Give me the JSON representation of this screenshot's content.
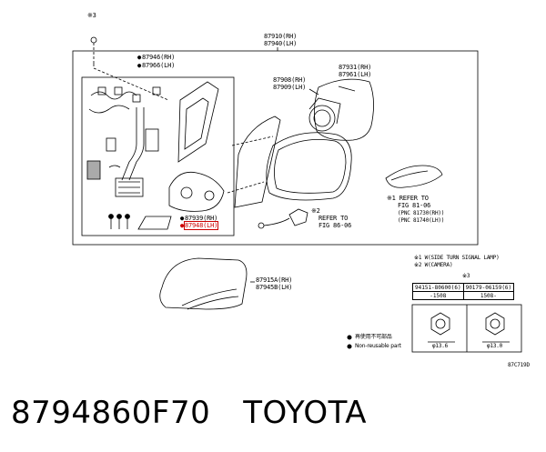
{
  "header": {
    "note3_top": "※3",
    "assembly_rh": "87910(RH)",
    "assembly_lh": "87940(LH)"
  },
  "parts": {
    "p87946": "87946(RH)",
    "p87966": "87966(LH)",
    "p87908": "87908(RH)",
    "p87909": "87909(LH)",
    "p87931": "87931(RH)",
    "p87961": "87961(LH)",
    "p87939": "87939(RH)",
    "p87948": "87948(LH)",
    "p87915": "87915A(RH)",
    "p87945": "87945B(LH)"
  },
  "refs": {
    "ref1_title": "※1 REFER TO",
    "ref1_fig": "FIG 81-06",
    "ref1_pnc_rh": "(PNC 81730(RH))",
    "ref1_pnc_lh": "(PNC 81740(LH))",
    "ref2_title": "※2",
    "ref2_line1": "REFER TO",
    "ref2_fig": "FIG 86-06"
  },
  "legend": {
    "w1": "※1 W(SIDE TURN SIGNAL LAMP)",
    "w2": "※2 W(CAMERA)",
    "note3": "※3",
    "reuse_jp": "再使用不可部品",
    "nonreusable": "Non-reusable part"
  },
  "bolts": {
    "left_part": "94151-80600(6)",
    "right_part": "90179-06159(6)",
    "left_len": "-1508",
    "right_len": "1508-",
    "left_dia": "φ13.6",
    "right_dia": "φ13.0"
  },
  "footer": {
    "code": "87C719D",
    "part_number": "8794860F70",
    "brand": "TOYOTA"
  },
  "colors": {
    "highlight": "#cc0000",
    "ink": "#000000"
  }
}
